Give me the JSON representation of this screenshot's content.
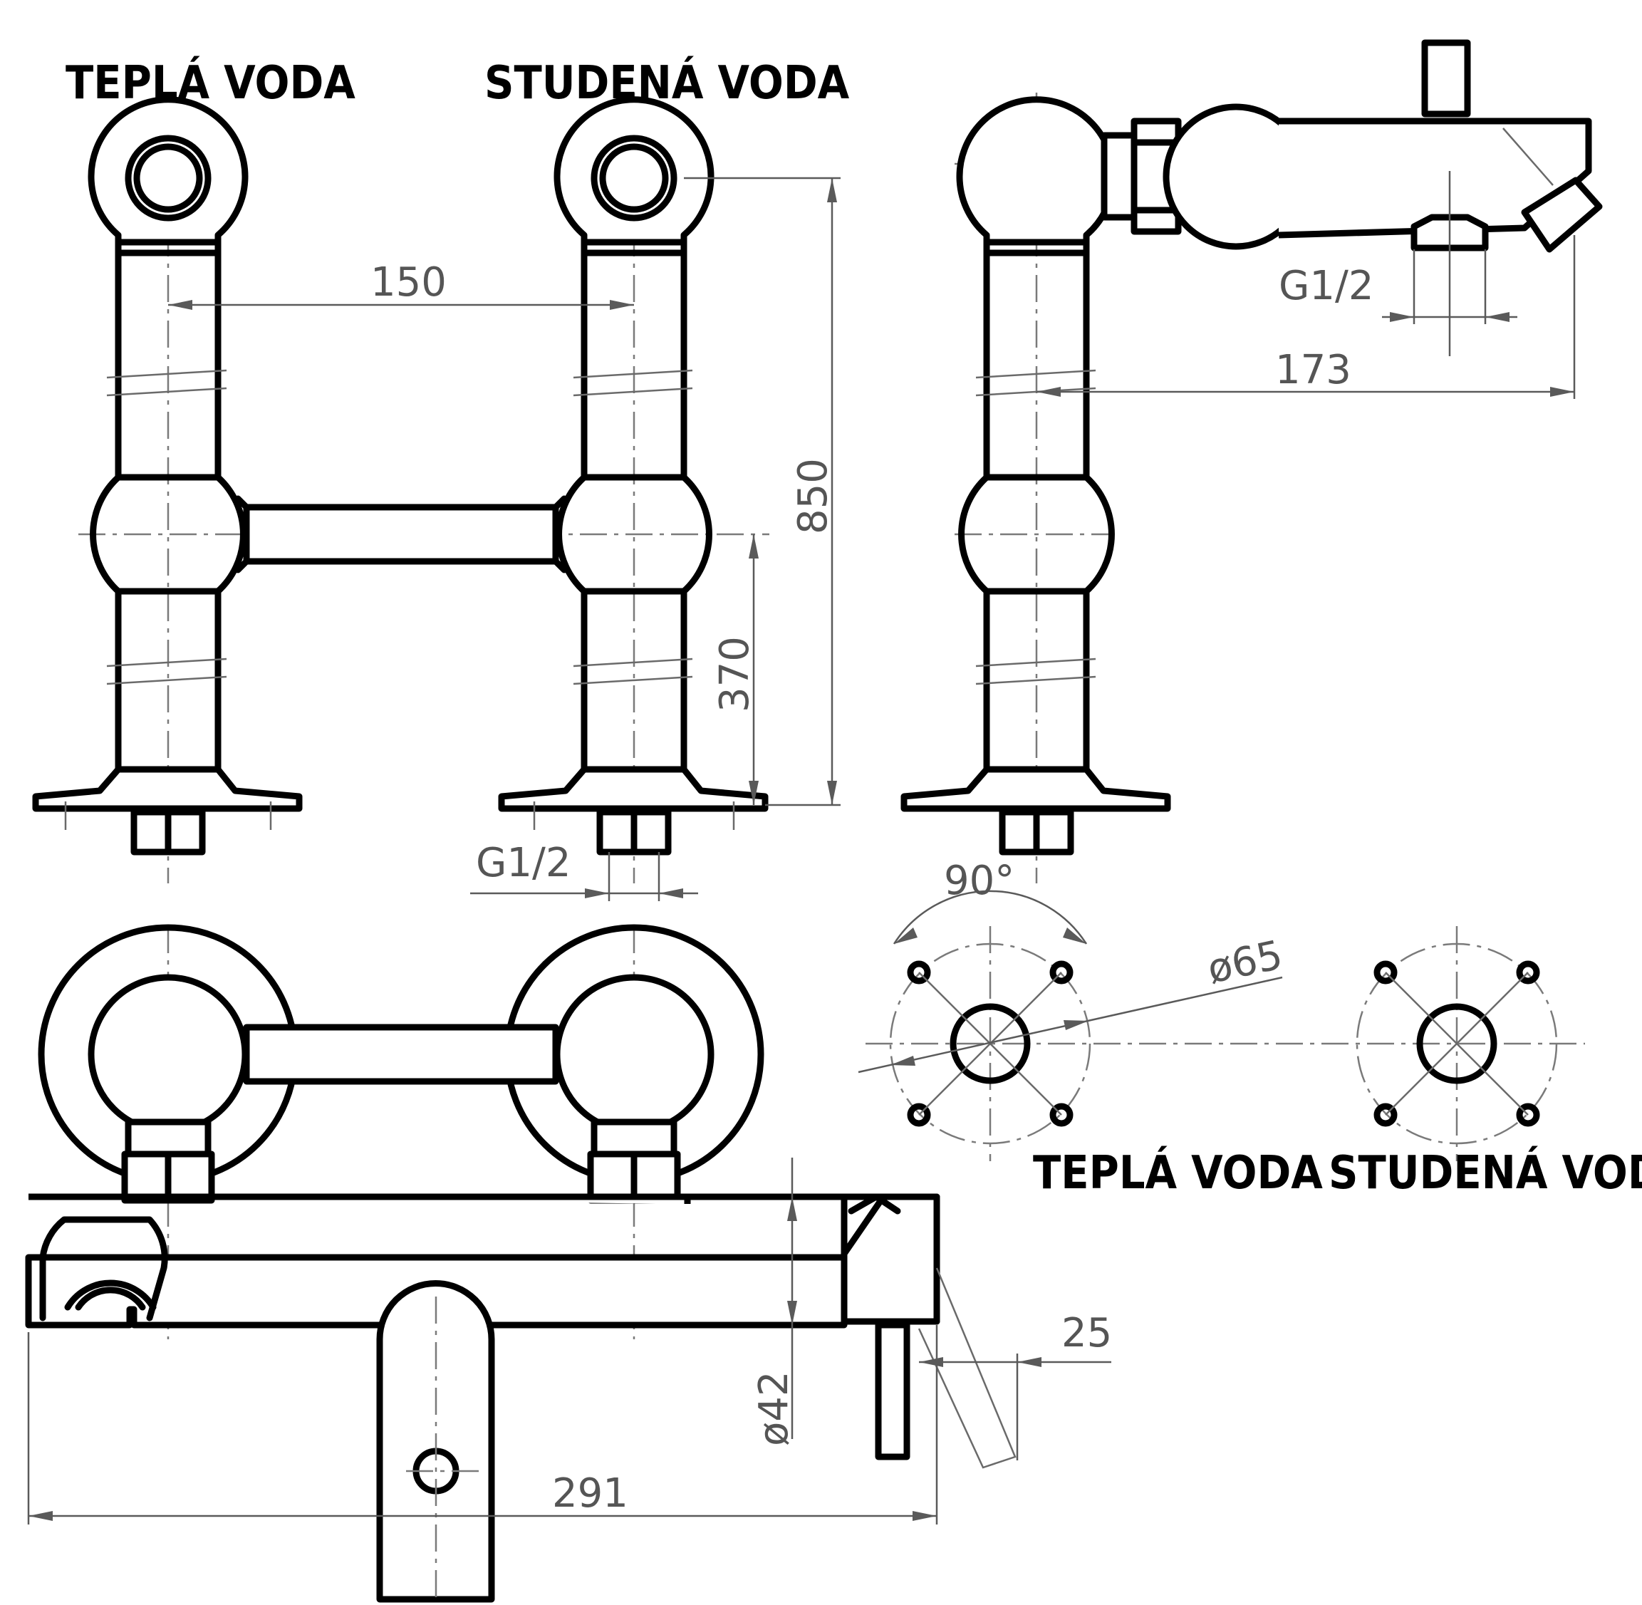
{
  "labels": {
    "hot_top": "TEPLÁ VODA",
    "cold_top": "STUDENÁ VODA",
    "hot_bottom": "TEPLÁ VODA",
    "cold_bottom": "STUDENÁ VODA"
  },
  "dimensions": {
    "spacing": "150",
    "total_height": "850",
    "bar_height": "370",
    "thread_front": "G1/2",
    "thread_side": "G1/2",
    "spout_reach": "173",
    "angle": "90°",
    "rosette_diameter": "ø65",
    "body_diameter": "ø42",
    "total_width": "291",
    "lever_offset": "25"
  }
}
